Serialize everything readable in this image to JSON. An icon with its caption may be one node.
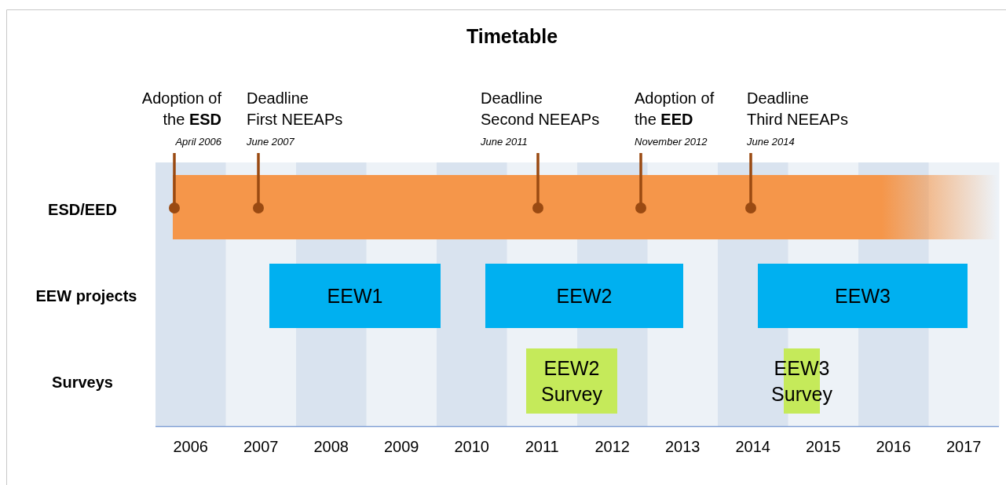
{
  "diagram": {
    "title": "Timetable",
    "nodes": [
      {
        "text": [
          "Adoption of the **ESD**",
          "April 2006"
        ]
      },
      {
        "text": [
          "Deadline First NEEAPs",
          "June 2007"
        ]
      },
      {
        "text": [
          "Deadline Second NEEAPs",
          "June 2011"
        ]
      },
      {
        "text": [
          "Adoption of the **EED**",
          "November 2012"
        ]
      },
      {
        "text": [
          "Deadline Third NEEAPs",
          "June 2014"
        ]
      },
      {
        "text": [],
        "shape": "bar"
      },
      {
        "text": [
          "EEW1"
        ]
      },
      {
        "text": [
          "EEW2"
        ]
      },
      {
        "text": [
          "EEW3"
        ]
      },
      {
        "text": [
          "EEW2 Survey"
        ]
      },
      {
        "text": [
          "EEW3 Survey"
        ]
      }
    ],
    "edges": [
      {
        "from": 0,
        "to": 5,
        "arrow": "other"
      },
      {
        "from": 1,
        "to": 5,
        "arrow": "other"
      },
      {
        "from": 2,
        "to": 5,
        "arrow": "other"
      },
      {
        "from": 3,
        "to": 5,
        "arrow": "other"
      },
      {
        "from": 4,
        "to": 5,
        "arrow": "other"
      }
    ],
    "labels": [
      "ESD/EED",
      "EEW projects",
      "Surveys",
      "2006",
      "2007",
      "2008",
      "2009",
      "2010",
      "2011",
      "2012",
      "2013",
      "2014",
      "2015",
      "2016",
      "2017"
    ]
  }
}
